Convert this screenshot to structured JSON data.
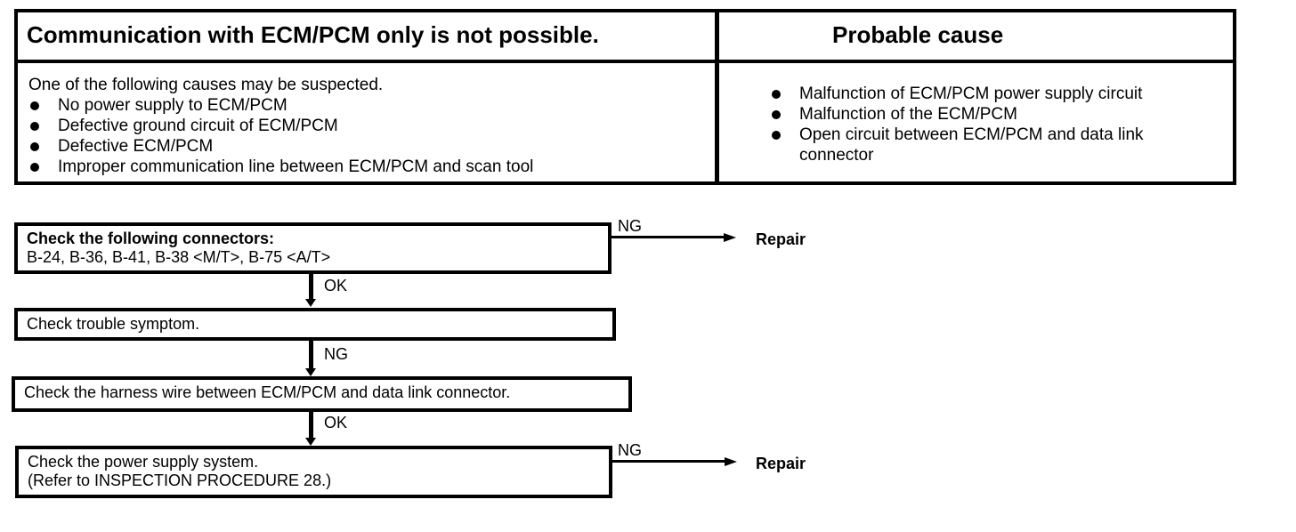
{
  "table": {
    "left_header": "Communication with ECM/PCM only is not possible.",
    "right_header": "Probable cause",
    "intro": "One of the following causes may be suspected.",
    "suspected_causes": [
      "No power supply to ECM/PCM",
      "Defective ground circuit of ECM/PCM",
      "Defective ECM/PCM",
      "Improper communication line between ECM/PCM and scan tool"
    ],
    "probable_causes": [
      "Malfunction of ECM/PCM power supply circuit",
      "Malfunction of the ECM/PCM",
      "Open circuit between ECM/PCM and data link connector"
    ]
  },
  "flow": {
    "step1": {
      "title": "Check the following connectors:",
      "detail": "B-24, B-36, B-41, B-38 <M/T>, B-75 <A/T>",
      "ng_label": "NG",
      "ng_result": "Repair",
      "down_label": "OK"
    },
    "step2": {
      "text": "Check trouble symptom.",
      "down_label": "NG"
    },
    "step3": {
      "text": "Check the harness wire between ECM/PCM and data link connector.",
      "down_label": "OK"
    },
    "step4": {
      "line1": "Check the power supply system.",
      "line2": "(Refer to INSPECTION PROCEDURE 28.)",
      "ng_label": "NG",
      "ng_result": "Repair"
    }
  }
}
